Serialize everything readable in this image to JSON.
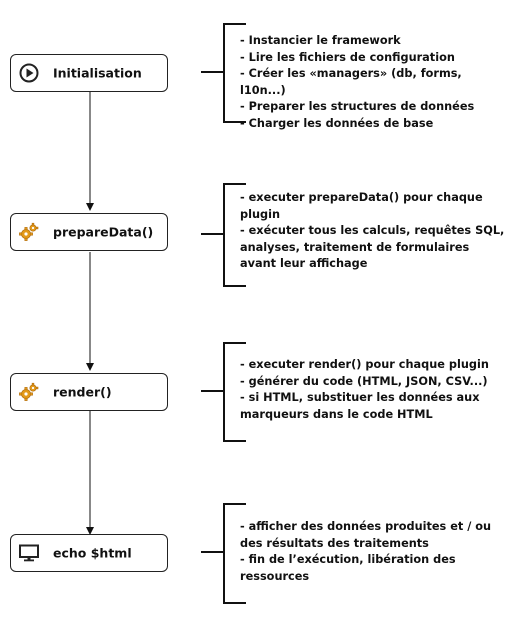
{
  "steps": [
    {
      "label": "Initialisation",
      "icon": "play-circle-icon",
      "notes": [
        "- Instancier le framework",
        "- Lire les fichiers de configuration",
        "- Créer les «managers» (db, forms, l10n...)",
        "- Preparer les structures de données",
        "- Charger les données de base"
      ]
    },
    {
      "label": "prepareData()",
      "icon": "plugin-gear-icon",
      "notes": [
        "- executer prepareData() pour chaque plugin",
        "- exécuter tous les calculs, requêtes SQL, analyses, traitement de formulaires avant leur affichage"
      ]
    },
    {
      "label": "render()",
      "icon": "plugin-gear-icon",
      "notes": [
        "- executer render() pour chaque plugin",
        "- générer du code (HTML, JSON, CSV...)",
        "- si HTML, substituer les données aux marqueurs dans le code HTML"
      ]
    },
    {
      "label": "echo $html",
      "icon": "monitor-icon",
      "notes": [
        "- afficher des données produites et / ou des résultats des traitements",
        "- fin de l’exécution, libération des ressources"
      ]
    }
  ]
}
